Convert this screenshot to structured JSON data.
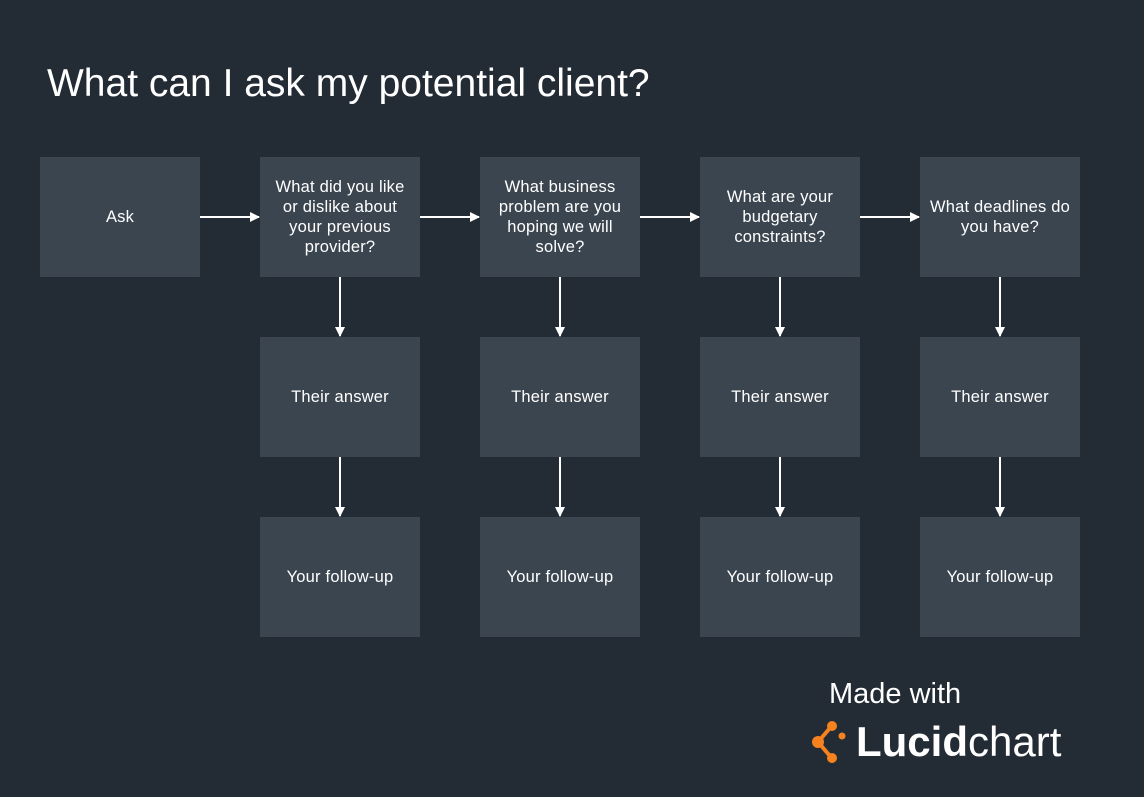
{
  "title": "What can I ask my potential client?",
  "start": {
    "label": "Ask"
  },
  "columns": [
    {
      "question": "What did you like or dislike about your previous provider?",
      "answer": "Their answer",
      "followup": "Your follow-up"
    },
    {
      "question": "What business problem are you hoping we will solve?",
      "answer": "Their answer",
      "followup": "Your follow-up"
    },
    {
      "question": "What are your budgetary constraints?",
      "answer": "Their answer",
      "followup": "Your follow-up"
    },
    {
      "question": "What deadlines do you have?",
      "answer": "Their answer",
      "followup": "Your follow-up"
    }
  ],
  "footer": {
    "made_with": "Made with",
    "brand_bold": "Lucid",
    "brand_light": "chart",
    "logo_icon": "lucidchart-logo-icon",
    "logo_color": "#f5821f"
  },
  "colors": {
    "background": "#232b35",
    "node": "#3b4550",
    "arrow": "#ffffff"
  }
}
